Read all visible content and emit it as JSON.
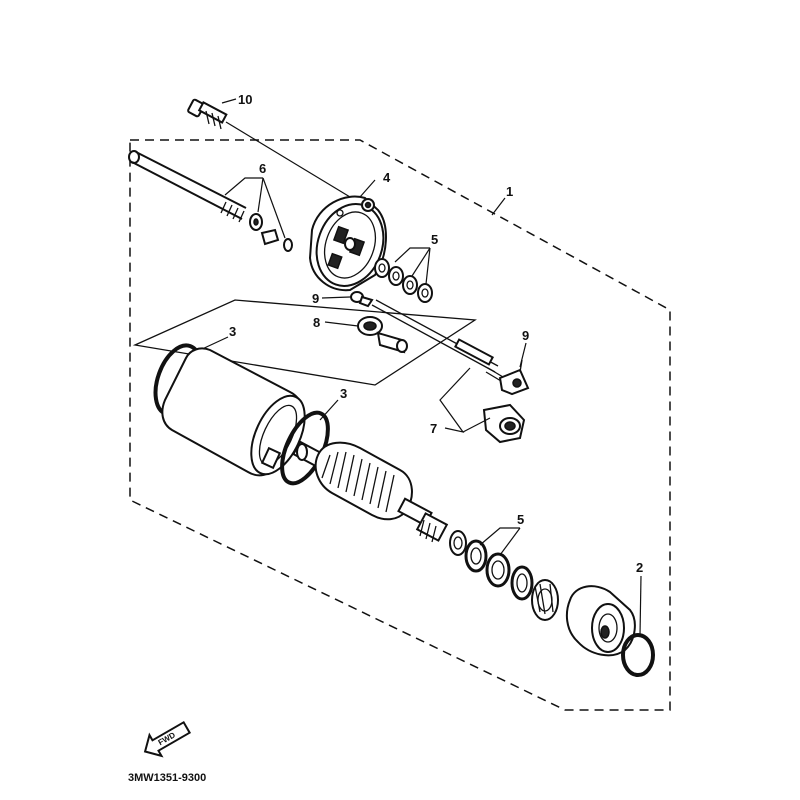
{
  "callouts": {
    "c10": "10",
    "c6": "6",
    "c4": "4",
    "c1": "1",
    "c5_top": "5",
    "c9_left": "9",
    "c8": "8",
    "c9_right": "9",
    "c3_left": "3",
    "c3_mid": "3",
    "c7": "7",
    "c5_bottom": "5",
    "c2": "2"
  },
  "fwd_label": "FWD",
  "diagram_code": "3MW1351-9300"
}
